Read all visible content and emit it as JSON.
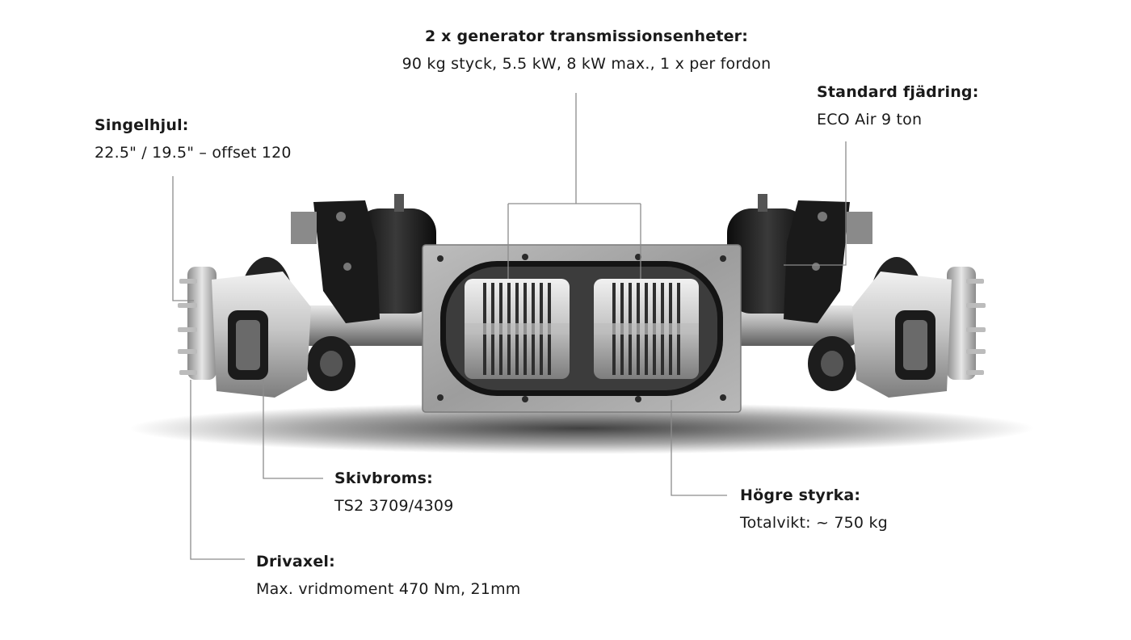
{
  "image": {
    "subject": "axle-assembly",
    "colors": {
      "steel_light": "#d9d9d9",
      "steel_mid": "#9a9a9a",
      "steel_dark": "#3a3a3a",
      "black": "#141414",
      "leader_line": "#8c8c8c"
    }
  },
  "callouts": {
    "generator": {
      "title": "2 x generator transmissionsenheter:",
      "desc": "90 kg styck, 5.5 kW, 8 kW max., 1 x per fordon"
    },
    "wheel": {
      "title": "Singelhjul:",
      "desc": "22.5\" / 19.5\" – offset 120"
    },
    "suspension": {
      "title": "Standard fjädring:",
      "desc": "ECO Air 9 ton"
    },
    "brake": {
      "title": "Skivbroms:",
      "desc": "TS2 3709/4309"
    },
    "strength": {
      "title": "Högre styrka:",
      "desc": "Totalvikt: ~ 750 kg"
    },
    "driveshaft": {
      "title": "Drivaxel:",
      "desc": "Max. vridmoment 470 Nm, 21mm"
    }
  }
}
